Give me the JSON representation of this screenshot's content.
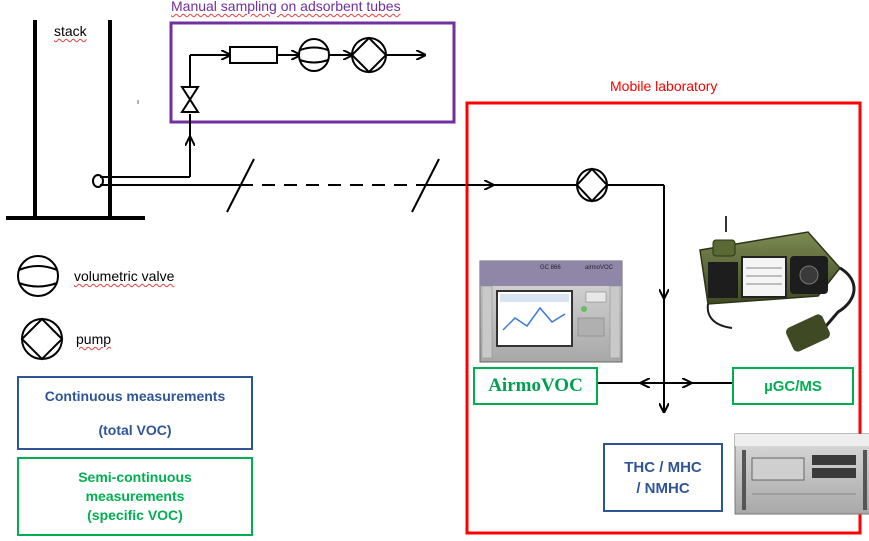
{
  "labels": {
    "stack": "stack",
    "manual_sampling": "Manual sampling on adsorbent tubes",
    "mobile_laboratory": "Mobile laboratory",
    "volumetric_valve": "volumetric valve",
    "pump": "pump"
  },
  "legend": {
    "continuous_line1": "Continuous measurements",
    "continuous_line2": "(total VOC)",
    "semi_line1": "Semi-continuous",
    "semi_line2": "measurements",
    "semi_line3": "(specific VOC)"
  },
  "instruments": {
    "airmovoc": "AirmoVOC",
    "ugcms": "µGC/MS",
    "thc_line1": "THC / MHC",
    "thc_line2": "/ NMHC"
  },
  "photo_text": {
    "gc_panel_brand": "GC 866",
    "gc_panel_model": "airmoVOC"
  },
  "colors": {
    "manual_box": "#7030a0",
    "mobile_lab": "#ff0000",
    "continuous": "#2f5597",
    "semi_continuous": "#00b050",
    "airmovoc_text": "#00a050",
    "line": "#000000"
  }
}
